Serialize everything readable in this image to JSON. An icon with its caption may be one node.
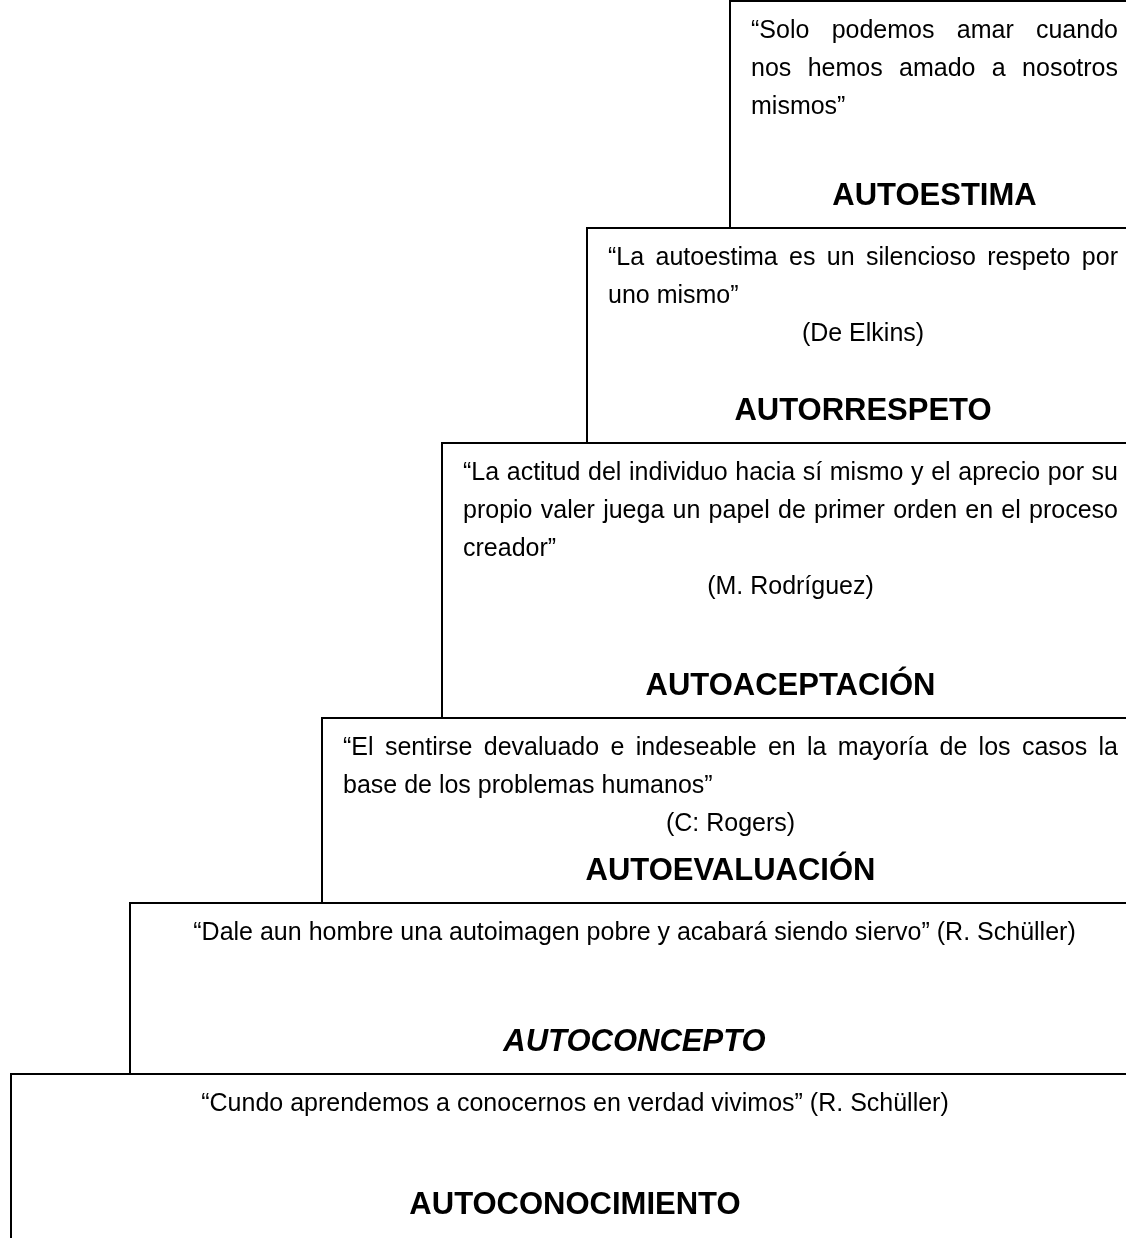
{
  "diagram": {
    "nodes": [
      {
        "text": [
          "“Solo podemos amar cuando nos hemos amado a nosotros mismos”",
          "AUTOESTIMA"
        ]
      },
      {
        "text": [
          "“La autoestima es un silencioso respeto por uno mismo”",
          "(De Elkins)",
          "AUTORRESPETO"
        ]
      },
      {
        "text": [
          "“La actitud del individuo hacia sí mismo y el aprecio por su propio valer juega un papel de primer orden en el proceso creador”",
          "(M. Rodríguez)",
          "AUTOACEPTACIÓN"
        ]
      },
      {
        "text": [
          "“El sentirse devaluado e indeseable en la mayoría de los casos la base de los problemas humanos”",
          "(C: Rogers)",
          "AUTOEVALUACIÓN"
        ]
      },
      {
        "text": [
          "“Dale aun hombre una autoimagen pobre y acabará siendo siervo” (R. Schüller)",
          "AUTOCONCEPTO"
        ]
      },
      {
        "text": [
          "“Cundo aprendemos a conocernos en verdad vivimos” (R. Schüller)",
          "AUTOCONOCIMIENTO"
        ]
      }
    ],
    "edges": []
  }
}
